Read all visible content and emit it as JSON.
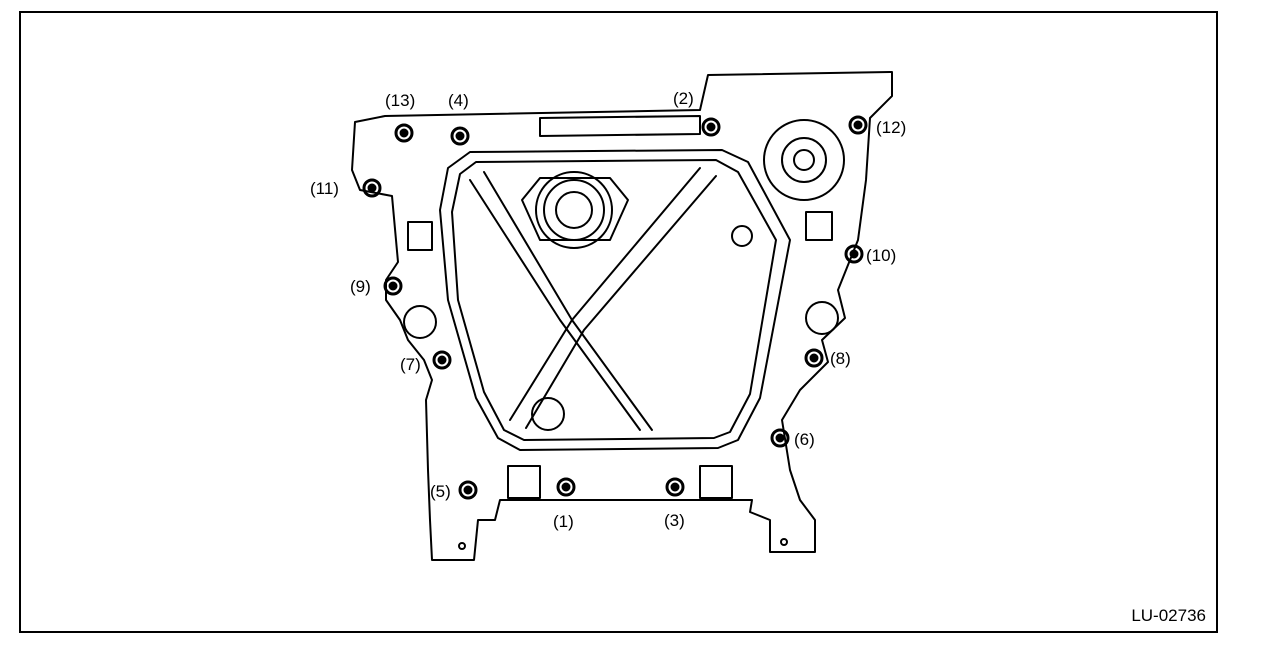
{
  "figure_id": "LU-02736",
  "bolt_labels": {
    "b1": "(1)",
    "b2": "(2)",
    "b3": "(3)",
    "b4": "(4)",
    "b5": "(5)",
    "b6": "(6)",
    "b7": "(7)",
    "b8": "(8)",
    "b9": "(9)",
    "b10": "(10)",
    "b11": "(11)",
    "b12": "(12)",
    "b13": "(13)"
  },
  "colors": {
    "line": "#000000",
    "background": "#ffffff"
  }
}
